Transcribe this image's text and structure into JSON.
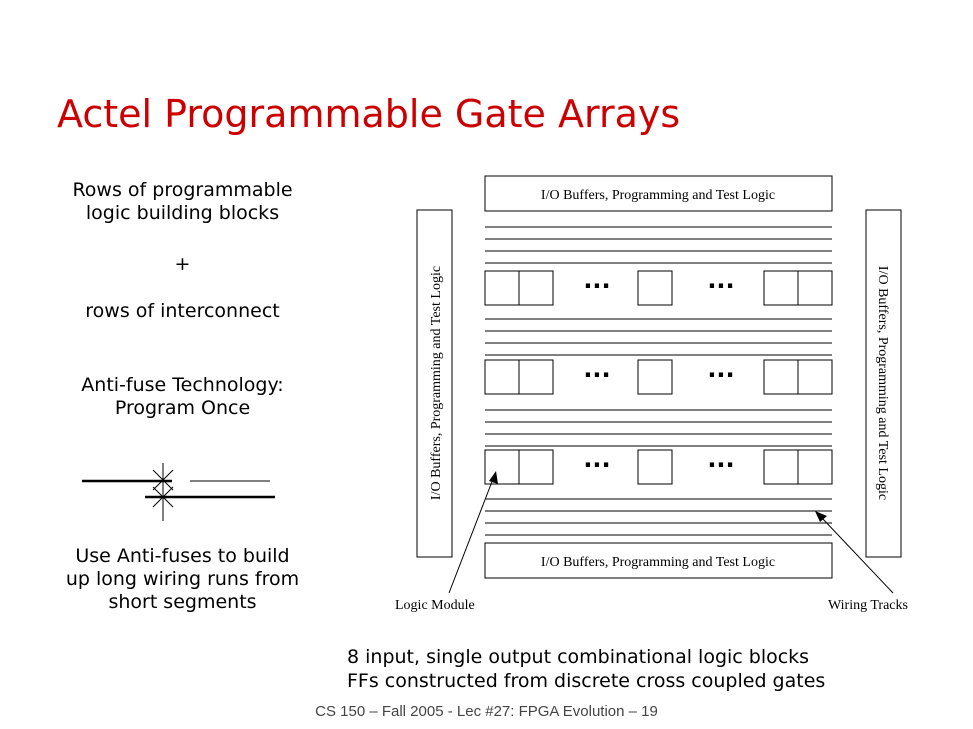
{
  "slide": {
    "title": "Actel Programmable Gate Arrays",
    "left": {
      "line1": "Rows of programmable",
      "line2": "logic building blocks",
      "plus": "+",
      "line3": "rows of interconnect",
      "antifuse1": "Anti-fuse Technology:",
      "antifuse2": "Program Once",
      "use1": "Use Anti-fuses to build",
      "use2": "up long wiring runs from",
      "use3": "short segments"
    },
    "bottom": {
      "line1": "8 input, single output combinational logic blocks",
      "line2": "FFs constructed from discrete cross coupled gates"
    },
    "footer": "CS 150 – Fall 2005 - Lec #27: FPGA Evolution – 19"
  },
  "diagram": {
    "io_label": "I/O Buffers, Programming and Test Logic",
    "dots": "···",
    "logic_module_label": "Logic Module",
    "wiring_tracks_label": "Wiring Tracks"
  }
}
